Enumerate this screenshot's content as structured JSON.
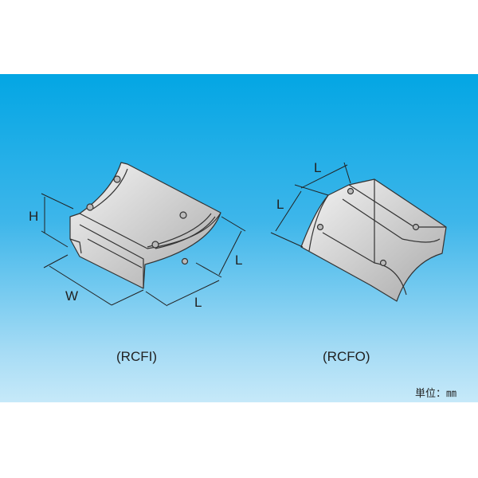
{
  "figures": [
    {
      "label": "(RCFI)",
      "dimensions": {
        "height": "H",
        "width": "W",
        "length_side": "L",
        "length_bottom": "L"
      }
    },
    {
      "label": "(RCFO)",
      "dimensions": {
        "length_top": "L",
        "length_side": "L"
      }
    }
  ],
  "unit_label": "単位：㎜",
  "colors": {
    "background_top": "#03a6e4",
    "background_bottom": "#c6e9f9",
    "metal": "#d8d8d8",
    "outline": "#333333"
  }
}
